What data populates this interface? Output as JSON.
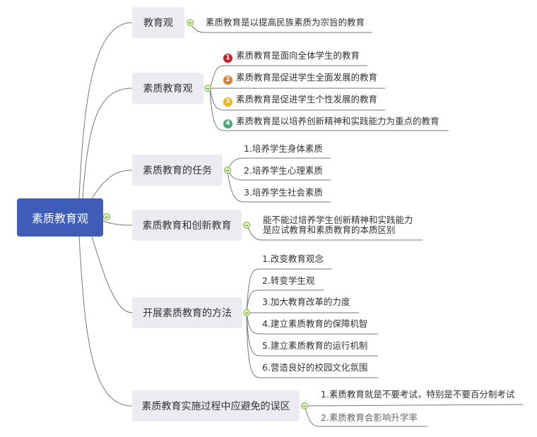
{
  "root": {
    "label": "素质教育观",
    "color": "#3f5cb8"
  },
  "branches": [
    {
      "label": "教育观",
      "children": [
        "素质教育是以提高民族素质为宗旨的教育"
      ]
    },
    {
      "label": "素质教育观",
      "children": [
        {
          "badge": "1",
          "badge_color": "#c0232c",
          "text": "素质教育是面向全体学生的教育"
        },
        {
          "badge": "2",
          "badge_color": "#e07b2c",
          "text": "素质教育是促进学生全面发展的教育"
        },
        {
          "badge": "3",
          "badge_color": "#f0b31c",
          "text": "素质教育是促进学生个性发展的教育"
        },
        {
          "badge": "4",
          "badge_color": "#4fa874",
          "text": "素质教育是以培养创新精神和实践能力为重点的教育"
        }
      ]
    },
    {
      "label": "素质教育的任务",
      "children": [
        "1.培养学生身体素质",
        "2.培养学生心理素质",
        "3.培养学生社会素质"
      ]
    },
    {
      "label": "素质教育和创新教育",
      "children": [
        {
          "line1": "能不能过培养学生创新精神和实践能力",
          "line2": "是应试教育和素质教育的本质区别"
        }
      ]
    },
    {
      "label": "开展素质教育的方法",
      "children": [
        "1.改变教育观念",
        "2.转变学生观",
        "3.加大教育改革的力度",
        "4.建立素质教育的保障机智",
        "5.建立素质教育的运行机制",
        "6.营造良好的校园文化氛围"
      ]
    },
    {
      "label": "素质教育实施过程中应避免的误区",
      "children": [
        "1.素质教育就是不要考试，特别是不要百分制考试",
        "2.素质教育会影响升学率"
      ]
    }
  ],
  "toggle_icon": "collapse-minus-icon"
}
